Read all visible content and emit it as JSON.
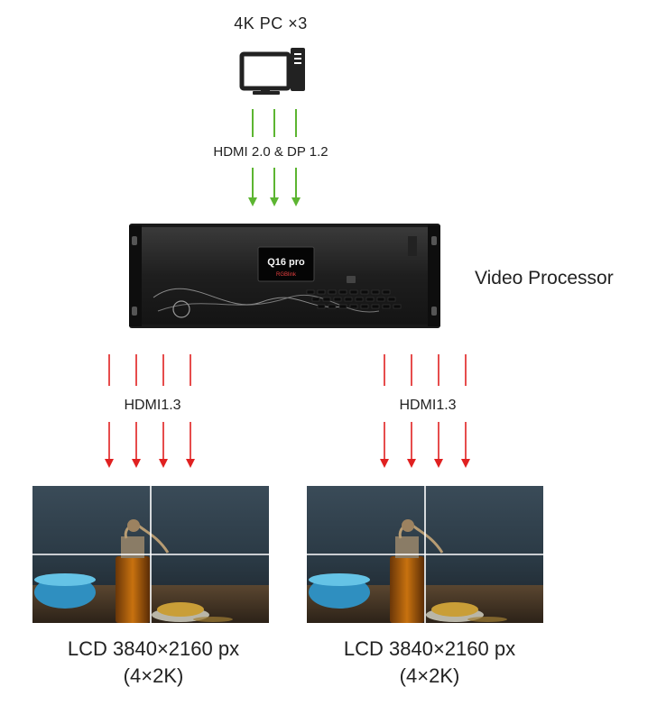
{
  "source": {
    "label": "4K PC ×3",
    "icon": "desktop-pc-icon",
    "connection_label": "HDMI 2.0 & DP 1.2"
  },
  "processor": {
    "label": "Video Processor",
    "front_panel_text": "Q16 pro",
    "front_panel_brand": "RGBlink"
  },
  "outputs": [
    {
      "connection_label": "HDMI1.3",
      "display_label": "LCD  3840×2160 px",
      "display_sub": "(4×2K)"
    },
    {
      "connection_label": "HDMI1.3",
      "display_label": "LCD  3840×2160 px",
      "display_sub": "(4×2K)"
    }
  ],
  "colors": {
    "input_arrows": "#5cb531",
    "output_arrows": "#e02020"
  }
}
